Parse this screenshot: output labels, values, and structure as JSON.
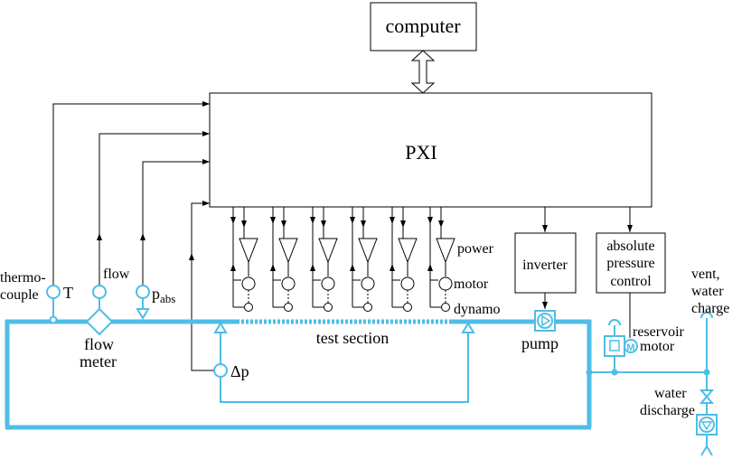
{
  "labels": {
    "computer": "computer",
    "pxi": "PXI",
    "inverter": "inverter",
    "abs_pressure_1": "absolute",
    "abs_pressure_2": "pressure",
    "abs_pressure_3": "control",
    "thermo_1": "thermo-",
    "thermo_2": "couple",
    "t": "T",
    "flow": "flow",
    "p": "p",
    "p_sub": "abs",
    "flow_meter_1": "flow",
    "flow_meter_2": "meter",
    "test_section": "test section",
    "delta_p": "Δp",
    "power": "power",
    "motor": "motor",
    "dynamo": "dynamo",
    "pump": "pump",
    "reservoir": "reservoir",
    "reservoir_motor": "motor",
    "vent_1": "vent,",
    "vent_2": "water",
    "vent_3": "charge",
    "water_discharge_1": "water",
    "water_discharge_2": "discharge",
    "motor_symbol": "M"
  },
  "colors": {
    "loop": "#4fbde6",
    "signal": "#000000"
  }
}
